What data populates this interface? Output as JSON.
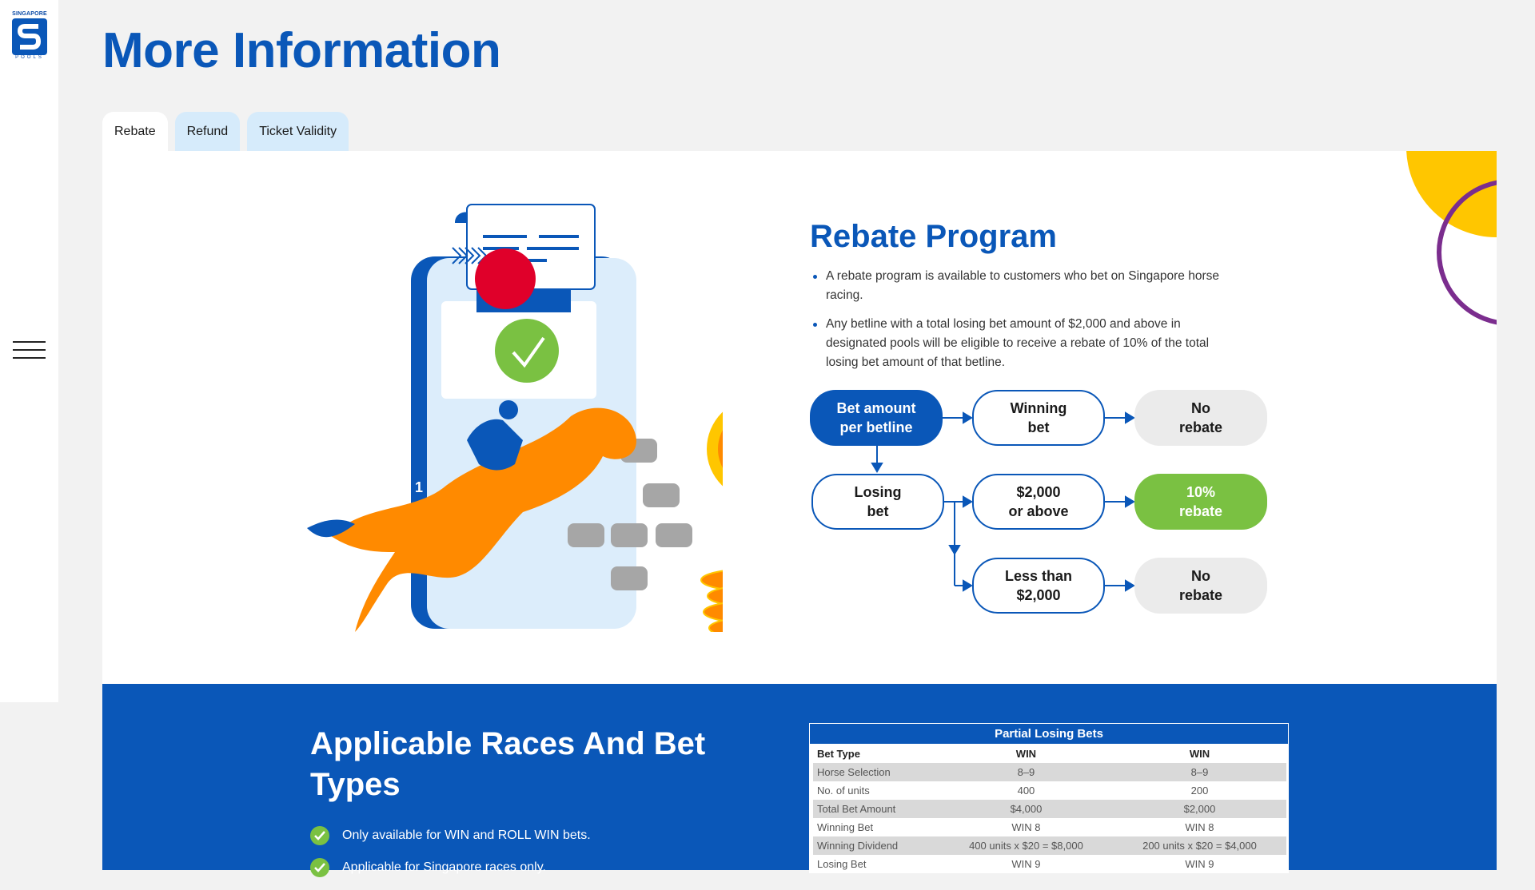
{
  "brand": {
    "top": "SINGAPORE",
    "bottom": "POOLS",
    "color": "#0a57b8"
  },
  "page_title": "More Information",
  "tabs": [
    {
      "label": "Rebate",
      "active": true
    },
    {
      "label": "Refund",
      "active": false
    },
    {
      "label": "Ticket Validity",
      "active": false
    }
  ],
  "rebate": {
    "title": "Rebate Program",
    "bullets": [
      "A rebate program is available to customers who bet on Singapore horse racing.",
      "Any betline with a total losing bet amount of $2,000 and above in designated pools will be eligible to receive a rebate of 10% of the total losing bet amount of that betline."
    ],
    "flow": {
      "bet_amount": "Bet amount\nper betline",
      "winning": "Winning\nbet",
      "no_rebate_1": "No\nrebate",
      "losing": "Losing\nbet",
      "above": "$2,000\nor above",
      "ten_pct": "10%\nrebate",
      "less": "Less than\n$2,000",
      "no_rebate_2": "No\nrebate"
    }
  },
  "applicable": {
    "title": "Applicable Races And Bet Types",
    "items": [
      "Only available for WIN and ROLL WIN bets.",
      "Applicable for Singapore races only."
    ]
  },
  "table": {
    "title": "Partial Losing Bets",
    "rows": [
      [
        "Bet Type",
        "WIN",
        "WIN"
      ],
      [
        "Horse Selection",
        "8–9",
        "8–9"
      ],
      [
        "No. of units",
        "400",
        "200"
      ],
      [
        "Total Bet Amount",
        "$4,000",
        "$2,000"
      ],
      [
        "Winning Bet",
        "WIN 8",
        "WIN 8"
      ],
      [
        "Winning Dividend",
        "400 units x $20 = $8,000",
        "200 units x $20 = $4,000"
      ],
      [
        "Losing Bet",
        "WIN 9",
        "WIN 9"
      ]
    ]
  },
  "colors": {
    "blue": "#0a57b8",
    "green": "#7ac142",
    "light_tab": "#d6ebfb",
    "yellow": "#ffc600",
    "purple": "#7b2d8e"
  }
}
